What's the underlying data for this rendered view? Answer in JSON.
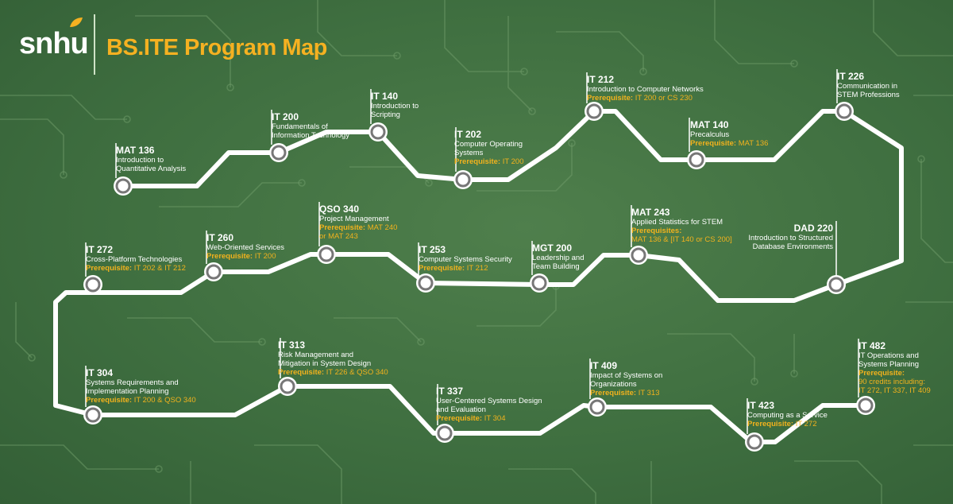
{
  "brand": {
    "logo_text": "snhu",
    "title": "BS.ITE Program Map"
  },
  "colors": {
    "background": "#3f6f40",
    "path": "#ffffff",
    "accent": "#f5b121",
    "node_ring": "#777777"
  },
  "prereq_label": "Prerequisite:",
  "prereqs_label": "Prerequisites:",
  "courses": [
    {
      "code": "MAT 136",
      "name": "Introduction to\nQuantitative Analysis",
      "label_prefix": "",
      "prereq": ""
    },
    {
      "code": "IT 200",
      "name": "Fundamentals of\nInformation Technology",
      "label_prefix": "",
      "prereq": ""
    },
    {
      "code": "IT 140",
      "name": "Introduction to\nScripting",
      "label_prefix": "",
      "prereq": ""
    },
    {
      "code": "IT 202",
      "name": "Computer Operating\nSystems",
      "label_prefix": "Prerequisite:",
      "prereq": " IT 200"
    },
    {
      "code": "IT 212",
      "name": "Introduction to Computer Networks",
      "label_prefix": "Prerequisite:",
      "prereq": " IT 200 or CS 230"
    },
    {
      "code": "MAT 140",
      "name": "Precalculus",
      "label_prefix": "Prerequisite:",
      "prereq": " MAT 136"
    },
    {
      "code": "IT 226",
      "name": "Communication in\nSTEM Professions",
      "label_prefix": "",
      "prereq": ""
    },
    {
      "code": "IT 272",
      "name": "Cross-Platform Technologies",
      "label_prefix": "Prerequisite:",
      "prereq": " IT 202 & IT 212"
    },
    {
      "code": "IT 260",
      "name": "Web-Oriented Services",
      "label_prefix": "Prerequisite:",
      "prereq": " IT 200"
    },
    {
      "code": "QSO 340",
      "name": "Project Management",
      "label_prefix": "Prerequisite:",
      "prereq": " MAT 240\nor MAT 243"
    },
    {
      "code": "IT 253",
      "name": "Computer Systems Security",
      "label_prefix": "Prerequisite:",
      "prereq": " IT 212"
    },
    {
      "code": "MGT 200",
      "name": "Leadership and\nTeam Building",
      "label_prefix": "",
      "prereq": ""
    },
    {
      "code": "MAT 243",
      "name": "Applied Statistics for STEM",
      "label_prefix": "Prerequisites:",
      "prereq": "\nMAT 136 & [IT 140 or CS 200]"
    },
    {
      "code": "DAD 220",
      "name": "Introduction to Structured\nDatabase Environments",
      "label_prefix": "",
      "prereq": ""
    },
    {
      "code": "IT 304",
      "name": "Systems Requirements and\nImplementation Planning",
      "label_prefix": "Prerequisite:",
      "prereq": " IT 200 & QSO 340"
    },
    {
      "code": "IT 313",
      "name": "Risk Management and\nMitigation in System Design",
      "label_prefix": "Prerequisite:",
      "prereq": " IT 226 & QSO 340"
    },
    {
      "code": "IT 337",
      "name": "User-Centered Systems Design\nand Evaluation",
      "label_prefix": "Prerequisite:",
      "prereq": " IT 304"
    },
    {
      "code": "IT 409",
      "name": "Impact of Systems on\nOrganizations",
      "label_prefix": "Prerequisite:",
      "prereq": " IT 313"
    },
    {
      "code": "IT 423",
      "name": "Computing as a Service",
      "label_prefix": "Prerequisite:",
      "prereq": " IT 272"
    },
    {
      "code": "IT 482",
      "name": "IT Operations and\nSystems Planning",
      "label_prefix": "Prerequisite:",
      "prereq": "\n90 credits including:\nIT 272, IT 337, IT 409"
    }
  ]
}
